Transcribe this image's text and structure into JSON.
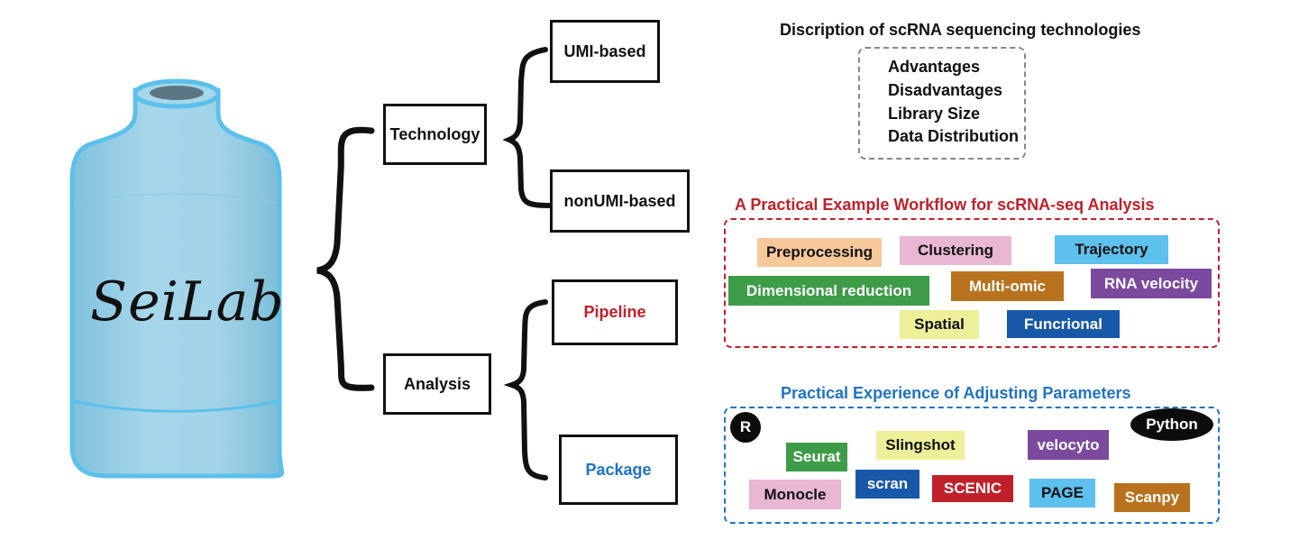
{
  "logo_text": "SeiLab",
  "tree": {
    "technology": "Technology",
    "analysis": "Analysis",
    "umi": "UMI-based",
    "nonumi": "nonUMI-based",
    "pipeline": "Pipeline",
    "package": "Package"
  },
  "description": {
    "title": "Discription of scRNA sequencing technologies",
    "items": [
      "Advantages",
      "Disadvantages",
      "Library Size",
      "Data Distribution"
    ]
  },
  "workflow": {
    "title": "A Practical Example Workflow for scRNA-seq Analysis",
    "tags": [
      "Preprocessing",
      "Clustering",
      "Trajectory",
      "Dimensional reduction",
      "Multi-omic",
      "RNA velocity",
      "Spatial",
      "Funcrional"
    ]
  },
  "parameters": {
    "title": "Practical Experience of Adjusting Parameters",
    "r_label": "R",
    "python_label": "Python",
    "tools": [
      "Seurat",
      "Slingshot",
      "velocyto",
      "Monocle",
      "scran",
      "SCENIC",
      "PAGE",
      "Scanpy"
    ]
  },
  "colors": {
    "bottle_fill": "#9ccfe6",
    "bottle_outline": "#5bc0eb",
    "workflow_red": "#c0202a",
    "parameters_blue": "#1f73c4",
    "pipeline_text": "#c0202a",
    "package_text": "#1f73c4"
  }
}
